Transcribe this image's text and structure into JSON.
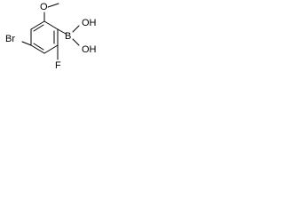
{
  "molecule": {
    "atoms": {
      "methoxy_oxygen": "O",
      "bromine": "Br",
      "boron": "B",
      "hydroxyl_upper": "OH",
      "hydroxyl_lower": "OH",
      "fluorine": "F"
    }
  }
}
